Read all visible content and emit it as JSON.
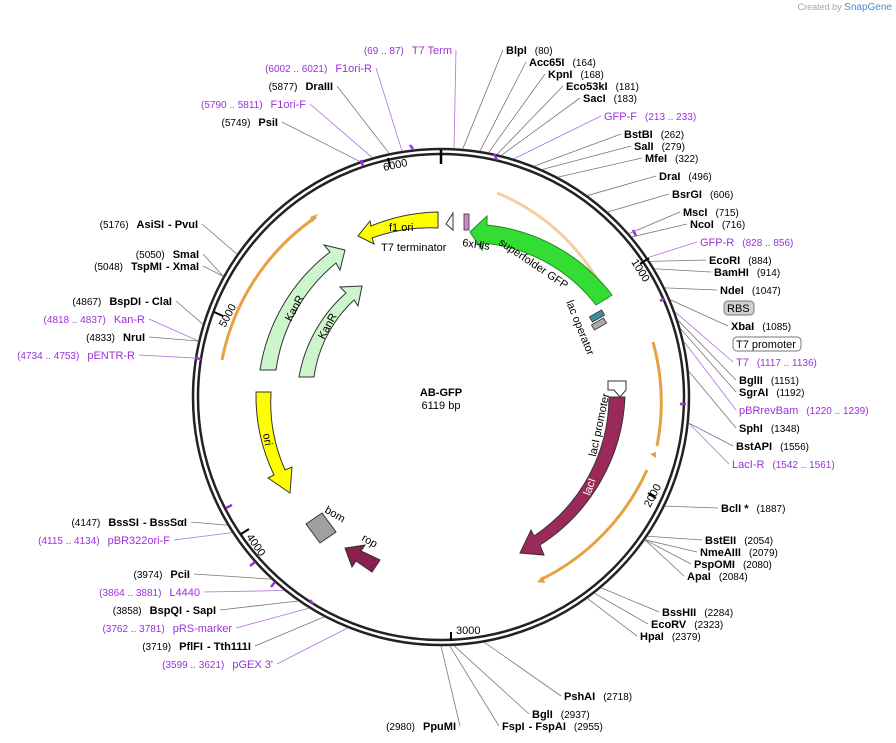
{
  "credit": {
    "prefix": "Created by",
    "brand": "SnapGene"
  },
  "plasmid": {
    "name": "AB-GFP",
    "length_label": "6119 bp"
  },
  "ticks": [
    "1000",
    "2000",
    "3000",
    "4000",
    "5000",
    "6000"
  ],
  "features": {
    "f1_ori": "f1 ori",
    "t7_terminator": "T7 terminator",
    "his": "6xHis",
    "sfgfp": "superfolder GFP",
    "lac_operator": "lac operator",
    "laci_promoter": "lacI promoter",
    "laci": "lacI",
    "kanr1": "KanR",
    "kanr2": "KanR",
    "ori": "ori",
    "bom": "bom",
    "rop": "rop"
  },
  "boxed_labels": {
    "rbs": "RBS",
    "t7_promoter": "T7 promoter"
  },
  "right_labels": [
    {
      "name": "BlpI",
      "pos": "(80)"
    },
    {
      "name": "Acc65I",
      "pos": "(164)"
    },
    {
      "name": "KpnI",
      "pos": "(168)"
    },
    {
      "name": "Eco53kI",
      "pos": "(181)"
    },
    {
      "name": "SacI",
      "pos": "(183)"
    },
    {
      "name": "GFP-F",
      "pos": "(213 .. 233)",
      "primer": true
    },
    {
      "name": "BstBI",
      "pos": "(262)"
    },
    {
      "name": "SalI",
      "pos": "(279)"
    },
    {
      "name": "MfeI",
      "pos": "(322)"
    },
    {
      "name": "DraI",
      "pos": "(496)"
    },
    {
      "name": "BsrGI",
      "pos": "(606)"
    },
    {
      "name": "MscI",
      "pos": "(715)"
    },
    {
      "name": "NcoI",
      "pos": "(716)"
    },
    {
      "name": "GFP-R",
      "pos": "(828 .. 856)",
      "primer": true
    },
    {
      "name": "EcoRI",
      "pos": "(884)"
    },
    {
      "name": "BamHI",
      "pos": "(914)"
    },
    {
      "name": "NdeI",
      "pos": "(1047)"
    },
    {
      "name": "XbaI",
      "pos": "(1085)"
    },
    {
      "name": "T7",
      "pos": "(1117 .. 1136)",
      "primer": true
    },
    {
      "name": "BglII",
      "pos": "(1151)"
    },
    {
      "name": "SgrAI",
      "pos": "(1192)"
    },
    {
      "name": "pBRrevBam",
      "pos": "(1220 .. 1239)",
      "primer": true
    },
    {
      "name": "SphI",
      "pos": "(1348)"
    },
    {
      "name": "BstAPI",
      "pos": "(1556)"
    },
    {
      "name": "LacI-R",
      "pos": "(1542 .. 1561)",
      "primer": true
    },
    {
      "name": "BclI *",
      "pos": "(1887)"
    },
    {
      "name": "BstEII",
      "pos": "(2054)"
    },
    {
      "name": "NmeAIII",
      "pos": "(2079)"
    },
    {
      "name": "PspOMI",
      "pos": "(2080)"
    },
    {
      "name": "ApaI",
      "pos": "(2084)"
    },
    {
      "name": "BssHII",
      "pos": "(2284)"
    },
    {
      "name": "EcoRV",
      "pos": "(2323)"
    },
    {
      "name": "HpaI",
      "pos": "(2379)"
    },
    {
      "name": "PshAI",
      "pos": "(2718)"
    },
    {
      "name": "BglI",
      "pos": "(2937)"
    },
    {
      "name": "FspI",
      "pos": "(2955)",
      "extra": "- FspAI"
    }
  ],
  "left_labels": [
    {
      "name": "T7 Term",
      "pos": "(69 .. 87)",
      "primer": true
    },
    {
      "name": "F1ori-R",
      "pos": "(6002 .. 6021)",
      "primer": true
    },
    {
      "name": "DraIII",
      "pos": "(5877)"
    },
    {
      "name": "F1ori-F",
      "pos": "(5790 .. 5811)",
      "primer": true
    },
    {
      "name": "PsiI",
      "pos": "(5749)"
    },
    {
      "name": "AsiSI",
      "pos": "(5176)",
      "extra": "- PvuI"
    },
    {
      "name": "SmaI",
      "pos": "(5050)"
    },
    {
      "name": "TspMI",
      "pos": "(5048)",
      "extra": "- XmaI"
    },
    {
      "name": "BspDI",
      "pos": "(4867)",
      "extra": "- ClaI"
    },
    {
      "name": "Kan-R",
      "pos": "(4818 .. 4837)",
      "primer": true
    },
    {
      "name": "NruI",
      "pos": "(4833)"
    },
    {
      "name": "pENTR-R",
      "pos": "(4734 .. 4753)",
      "primer": true
    },
    {
      "name": "BssSI",
      "pos": "(4147)",
      "extra": "- BssSαI"
    },
    {
      "name": "pBR322ori-F",
      "pos": "(4115 .. 4134)",
      "primer": true
    },
    {
      "name": "PciI",
      "pos": "(3974)"
    },
    {
      "name": "L4440",
      "pos": "(3864 .. 3881)",
      "primer": true
    },
    {
      "name": "BspQI",
      "pos": "(3858)",
      "extra": "- SapI"
    },
    {
      "name": "pRS-marker",
      "pos": "(3762 .. 3781)",
      "primer": true
    },
    {
      "name": "PflFI",
      "pos": "(3719)",
      "extra": "- Tth111I"
    },
    {
      "name": "pGEX 3'",
      "pos": "(3599 .. 3621)",
      "primer": true
    },
    {
      "name": "PpuMI",
      "pos": "(2980)"
    }
  ],
  "colors": {
    "backbone": "#222222",
    "gfp": "#33dd33",
    "f1ori": "#ffff00",
    "kanr": "#ccf5cc",
    "laci": "#9b2a5a",
    "bom": "#a0a0a0",
    "rop": "#8b1f4f",
    "primer": "#9b30d9",
    "orf": "#e8a040"
  }
}
